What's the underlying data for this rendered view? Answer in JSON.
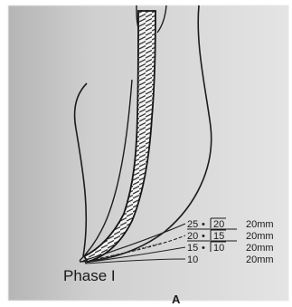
{
  "figure": {
    "phase_label": "Phase I",
    "panel_letter": "A",
    "file_rows": [
      {
        "size": "25",
        "separator": "•",
        "size_2": "20",
        "length": "20mm"
      },
      {
        "size": "20",
        "separator": "•",
        "size_2": "15",
        "length": "20mm"
      },
      {
        "size": "15",
        "separator": "•",
        "size_2": "10",
        "length": "20mm"
      },
      {
        "size": "10",
        "separator": "",
        "size_2": "",
        "length": "20mm"
      }
    ]
  }
}
